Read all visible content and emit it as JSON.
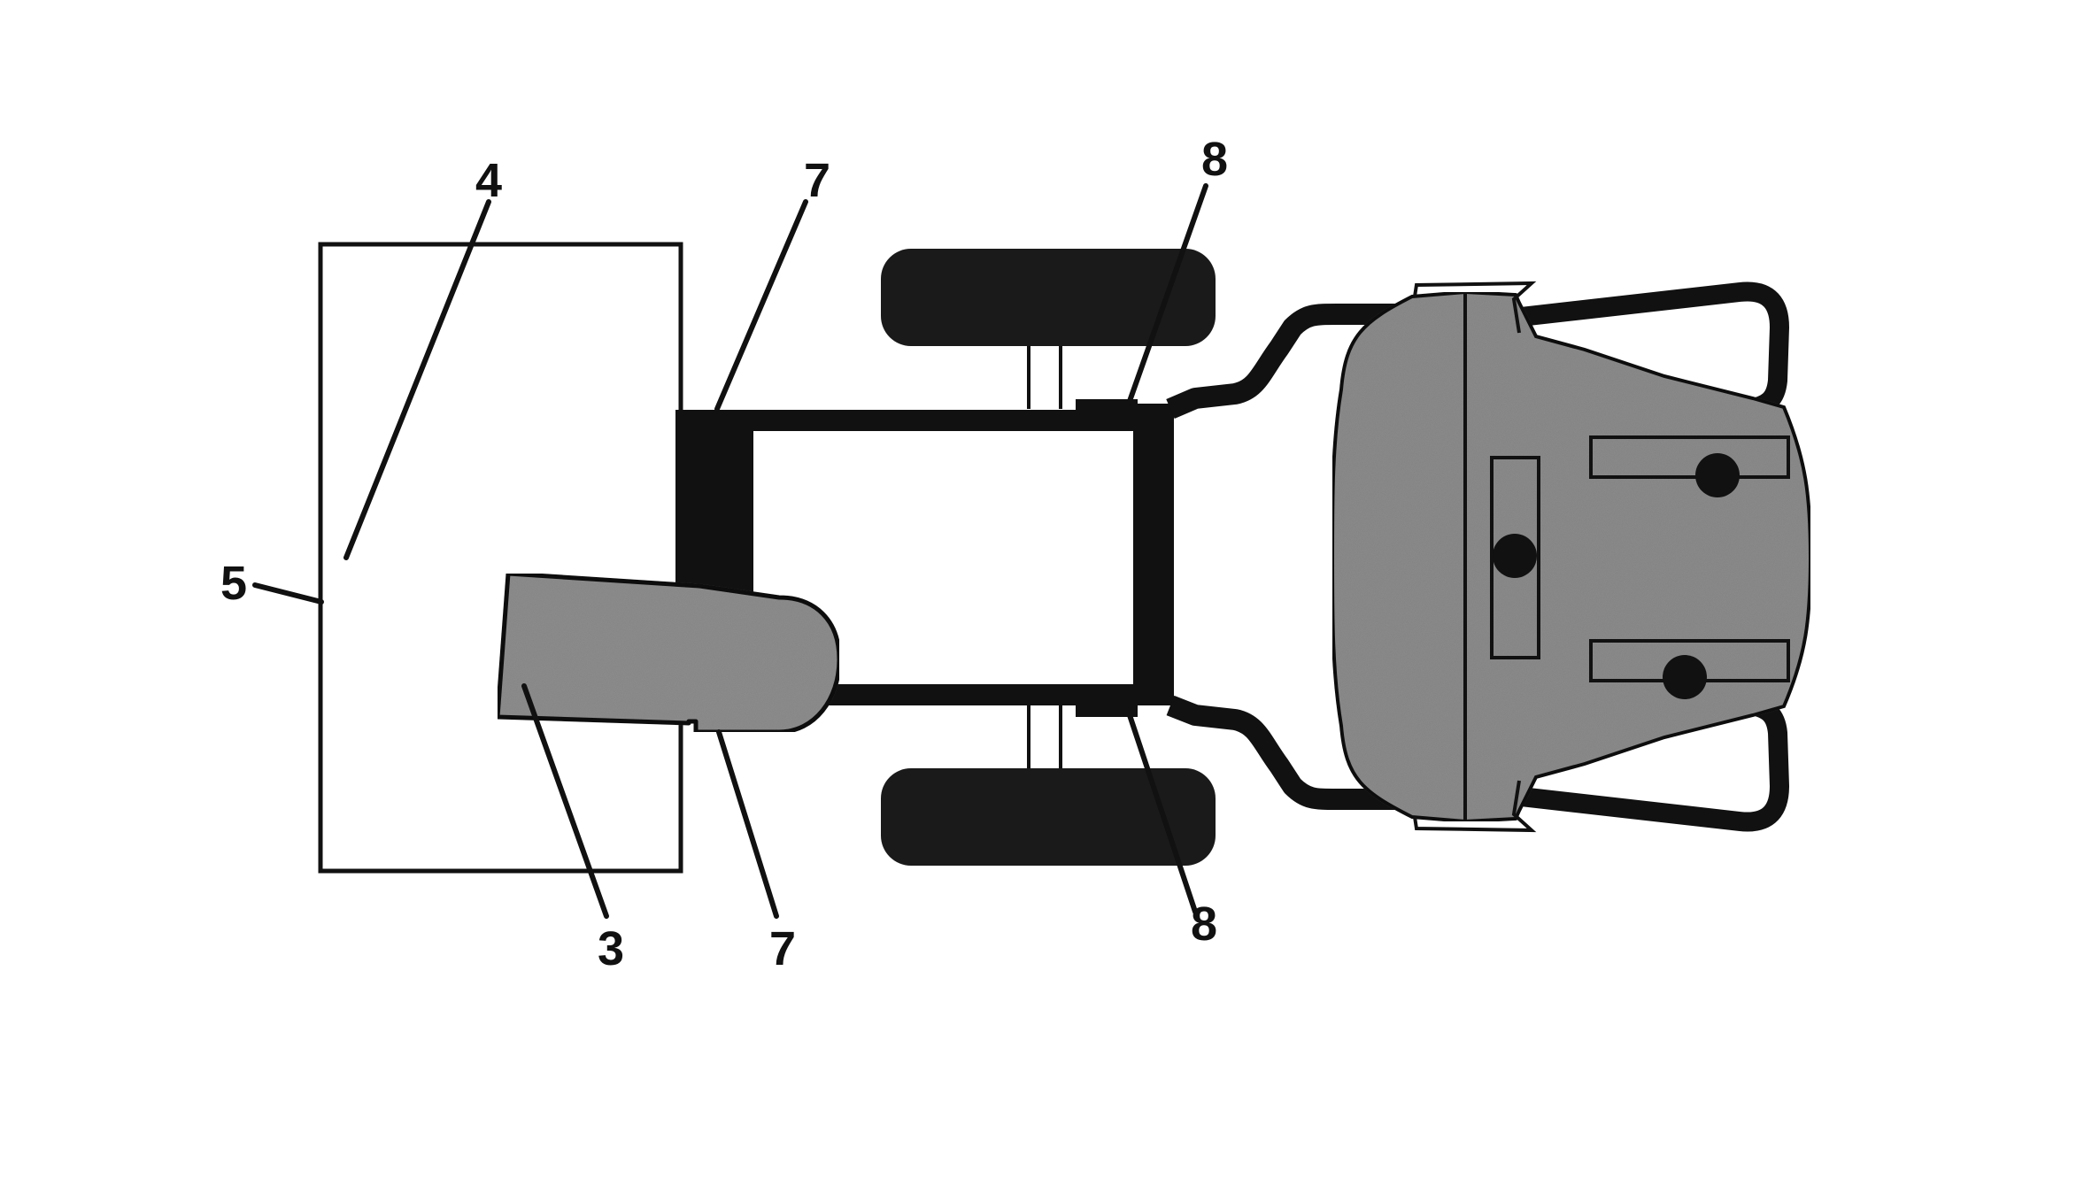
{
  "colors": {
    "background": "#ffffff",
    "outline": "#111111",
    "tire_fill": "#1a1a1a",
    "housing_fill": "#8a8a8a",
    "chute_fill": "#8c8c8c"
  },
  "callouts": {
    "label_3": "3",
    "label_4": "4",
    "label_5": "5",
    "label_7_top": "7",
    "label_7_bottom": "7",
    "label_8_top": "8",
    "label_8_bottom": "8"
  }
}
